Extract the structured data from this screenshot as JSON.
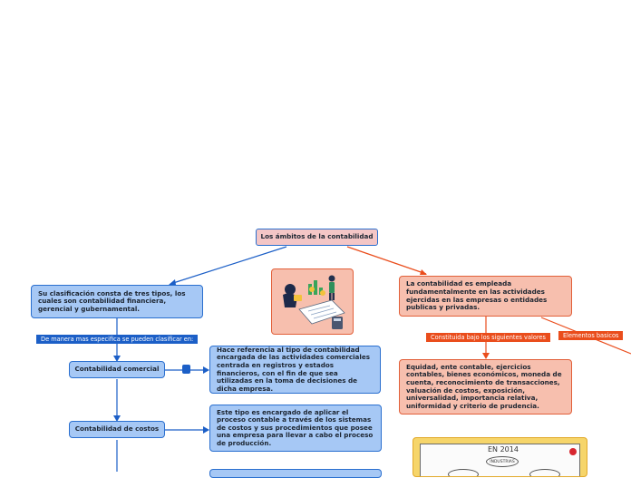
{
  "root": {
    "label": "Los ámbitos de la contabilidad"
  },
  "left_branch": {
    "summary": "Su clasificación consta de tres tipos, los cuales son contabilidad financiera, gerencial y gubernamental.",
    "connector_label": "De manera mas especifica se pueden clasificar en:",
    "items": [
      {
        "title": "Contabilidad comercial",
        "description": "Hace referencia al tipo de contabilidad encargada de las actividades comerciales centrada en registros y estados financieros, con el fin de que sea utilizadas en la toma de decisiones de dicha empresa."
      },
      {
        "title": "Contabilidad de costos",
        "description": "Este tipo es encargado de aplicar el proceso contable a través de los sistemas de costos y sus procedimientos que posee una empresa para llevar a cabo el proceso de producción."
      }
    ]
  },
  "right_branch": {
    "summary": "La contabilidad es empleada fundamentalmente en las actividades ejercidas en las empresas o entidades publicas y privadas.",
    "values_label": "Constituida bajo los siguientes valores",
    "values": "Equidad, ente contable, ejercicios contables, bienes económicos, moneda de cuenta, reconocimiento de transacciones, valuación de costos, exposición, universalidad, importancia relativa, uniformidad y criterio de prudencia.",
    "elements_label": "Elementos basicos"
  },
  "image_node": {
    "icon": "accounting-illustration-icon"
  },
  "whiteboard": {
    "heading": "EN 2014",
    "circle_text": "INDUSTRIAS"
  },
  "colors": {
    "blue_fill": "#a6c8f5",
    "blue_line": "#1c5fc7",
    "salmon_fill": "#f7bfae",
    "orange_line": "#ea4d1c"
  }
}
